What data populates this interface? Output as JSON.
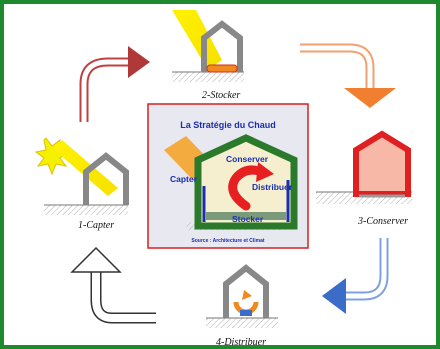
{
  "center_box": {
    "title": "La Stratégie du Chaud",
    "source": "Source : Architecture et Climat",
    "labels": {
      "conserver": "Conserver",
      "capter": "Capter",
      "distribuer": "Distribuer",
      "stocker": "Stocker"
    }
  },
  "steps": {
    "capter": "1-Capter",
    "stocker": "2-Stocker",
    "conserver": "3-Conserver",
    "distribuer": "4-Distribuer"
  },
  "colors": {
    "frame": "#1e8a2e",
    "center_border": "#d62020",
    "center_fill": "#e8e8f0",
    "sun": "#f5f000",
    "arrow_red": "#c03030",
    "arrow_orange": "#f08030",
    "arrow_blue": "#3a6cc8"
  }
}
